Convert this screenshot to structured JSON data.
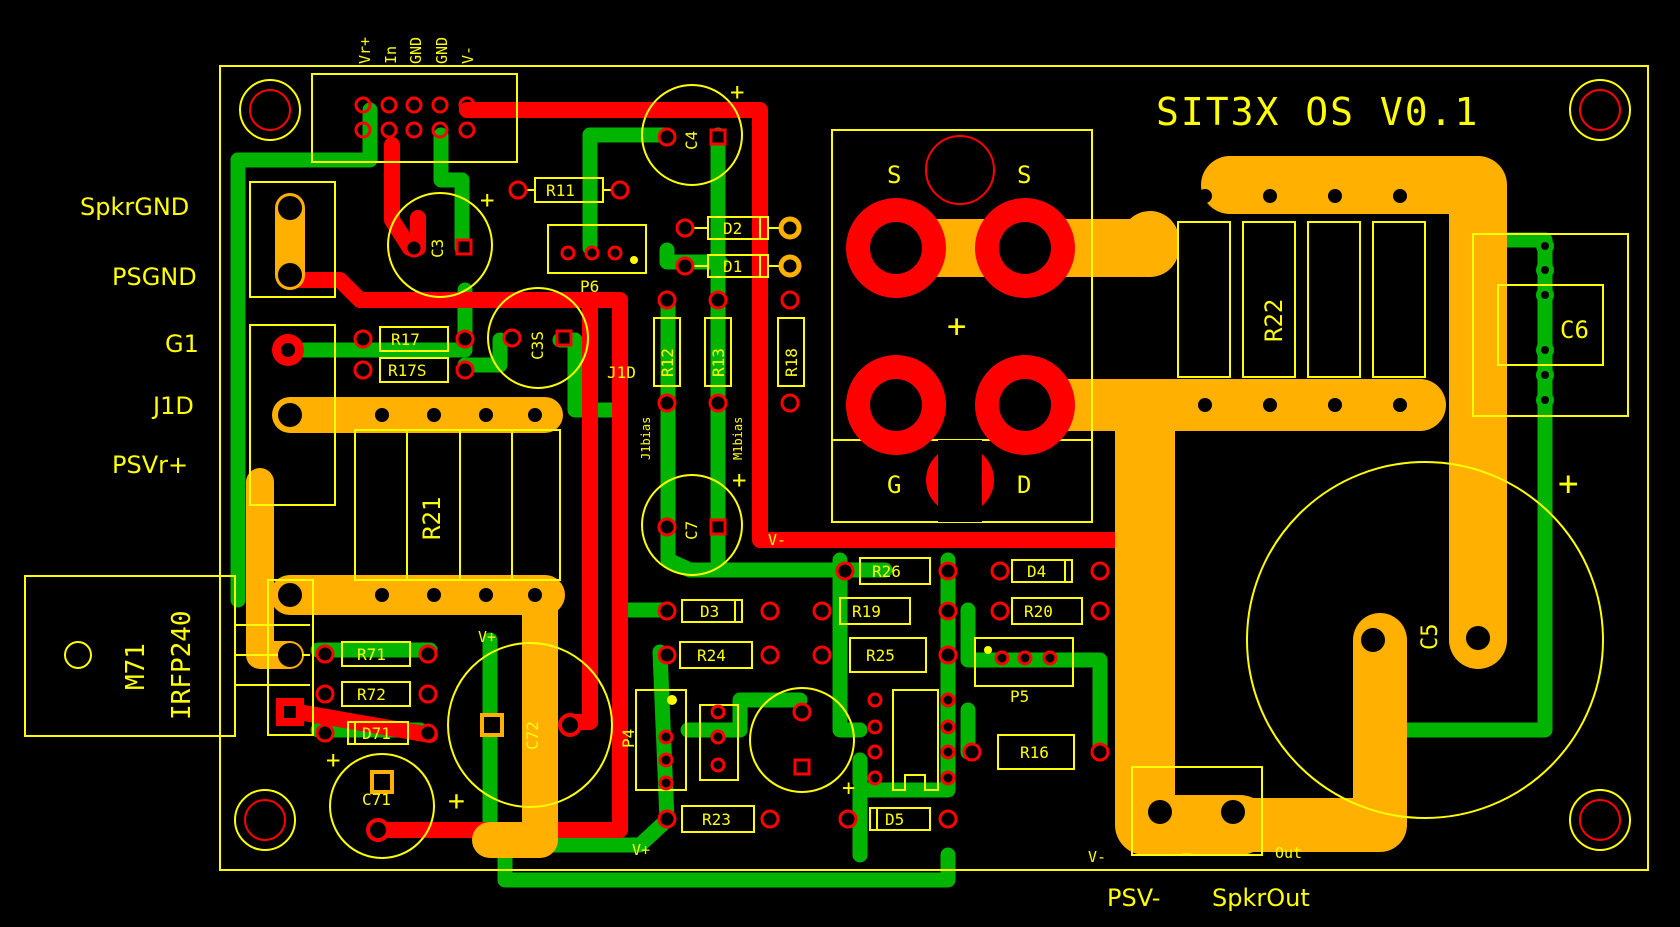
{
  "board": {
    "title": "SIT3X OS V0.1",
    "colors": {
      "background": "#000000",
      "silkscreen": "#ffff00",
      "power_trace": "#ffb000",
      "top_trace": "#ff0000",
      "bottom_trace": "#00b400"
    }
  },
  "connectors": {
    "input_pins": [
      "Vr+",
      "In",
      "GND",
      "GND",
      "V-"
    ],
    "left_labels": [
      "SpkrGND",
      "PSGND",
      "G1",
      "J1D",
      "PSVr+"
    ],
    "bottom_labels": {
      "psv_minus": "PSV-",
      "spkr_out": "SpkrOut"
    },
    "out_block": {
      "v_minus": "V-",
      "out": "Out"
    }
  },
  "mosfet": {
    "pins": {
      "s1": "S",
      "s2": "S",
      "g": "G",
      "d": "D"
    },
    "m71": "M71",
    "m71_part": "IRFP240"
  },
  "components": {
    "r11": "R11",
    "c3": "C3",
    "p6": "P6",
    "c4": "C4",
    "d2": "D2",
    "d1": "D1",
    "r17": "R17",
    "r17s": "R17S",
    "c3s": "C3S",
    "r12": "R12",
    "r13": "R13",
    "r18": "R18",
    "j1d": "J1D",
    "j1bias": "J1bias",
    "m1bias": "M1bias",
    "r21": "R21",
    "r22": "R22",
    "c6": "C6",
    "c7": "C7",
    "c5": "C5",
    "r26": "R26",
    "d4": "D4",
    "d3": "D3",
    "r19": "R19",
    "r20": "R20",
    "r24": "R24",
    "r25": "R25",
    "p5": "P5",
    "r71": "R71",
    "r72": "R72",
    "d71": "D71",
    "c71": "C71",
    "c72": "C72",
    "p4": "P4",
    "r16": "R16",
    "r23": "R23",
    "d5": "D5"
  },
  "net_labels": {
    "v_minus": "V-",
    "vplus_top": "V+",
    "vplus_bottom": "V+"
  },
  "polarity": {
    "plus": "+"
  }
}
